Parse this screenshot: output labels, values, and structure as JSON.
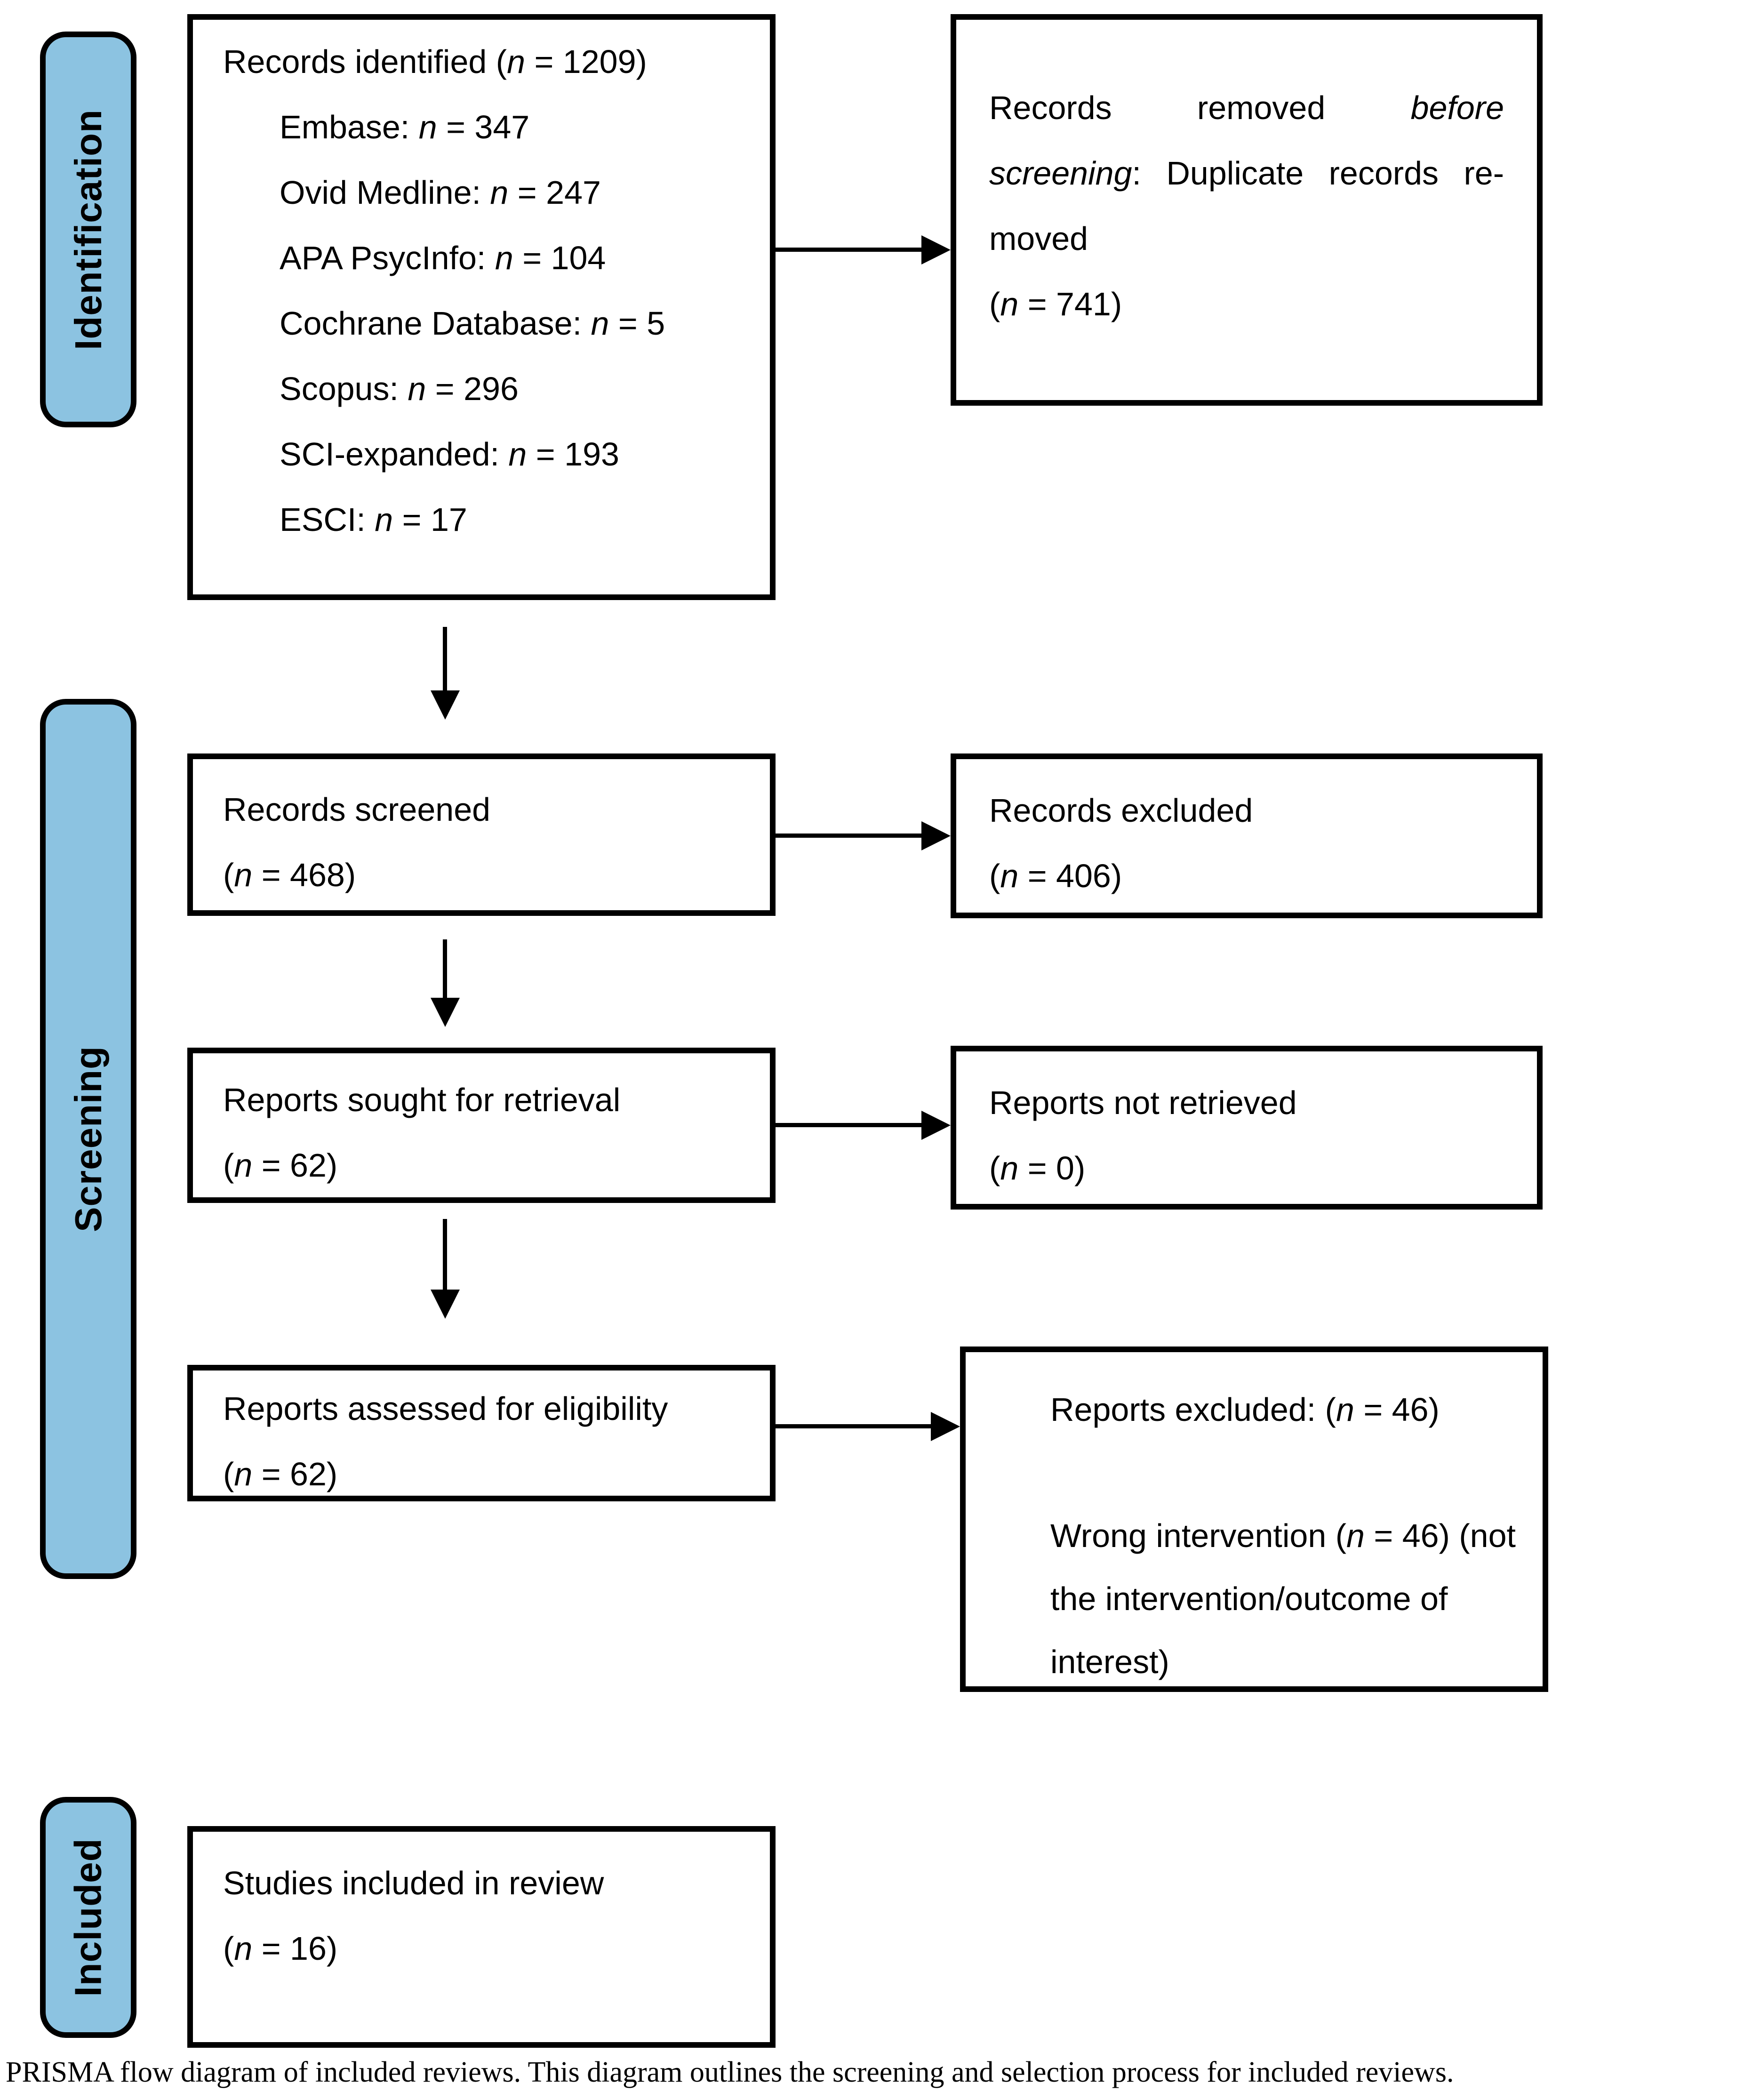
{
  "accent": {
    "stage_fill": "#8CC3E1",
    "line_color": "#000000",
    "background": "#ffffff"
  },
  "stages": [
    {
      "label": "Identification"
    },
    {
      "label": "Screening"
    },
    {
      "label": "Included"
    }
  ],
  "boxes": {
    "identified": {
      "title": {
        "pre": "Records identified (",
        "i": "n",
        "post": " = 1209)"
      },
      "sources": [
        {
          "pre": "Embase: ",
          "i": "n",
          "post": " = 347"
        },
        {
          "pre": "Ovid Medline: ",
          "i": "n",
          "post": " = 247"
        },
        {
          "pre": "APA PsycInfo: ",
          "i": "n",
          "post": " = 104"
        },
        {
          "pre": "Cochrane Database: ",
          "i": "n",
          "post": " = 5"
        },
        {
          "pre": "Scopus: ",
          "i": "n",
          "post": " = 296"
        },
        {
          "pre": "SCI-expanded: ",
          "i": "n",
          "post": " = 193"
        },
        {
          "pre": "ESCI: ",
          "i": "n",
          "post": " = 17"
        }
      ]
    },
    "removed": {
      "line1": {
        "pre": "Records removed ",
        "i": "before screening",
        "post": ": Duplicate records re­moved"
      },
      "count": {
        "pre": "(",
        "i": "n",
        "post": " = 741)"
      }
    },
    "screened": {
      "title": {
        "pre": "Records screened"
      },
      "count": {
        "pre": "(",
        "i": "n",
        "post": " = 468)"
      }
    },
    "excluded": {
      "title": {
        "pre": "Records excluded"
      },
      "count": {
        "pre": "(",
        "i": "n",
        "post": " = 406)"
      }
    },
    "sought": {
      "title": {
        "pre": "Reports sought for retrieval"
      },
      "count": {
        "pre": "(",
        "i": "n",
        "post": " = 62)"
      }
    },
    "not_retrieved": {
      "title": {
        "pre": "Reports not retrieved"
      },
      "count": {
        "pre": "(",
        "i": "n",
        "post": " = 0)"
      }
    },
    "assessed": {
      "title": {
        "pre": "Reports assessed for eligibility"
      },
      "count": {
        "pre": "(",
        "i": "n",
        "post": " = 62)"
      }
    },
    "reports_excluded": {
      "title": {
        "pre": "Reports excluded: (",
        "i": "n",
        "post": " = 46)"
      },
      "reason": {
        "pre": "Wrong intervention (",
        "i": "n",
        "post": " = 46) (not the intervention/outcome of interest)"
      }
    },
    "studies_included": {
      "title": {
        "pre": "Studies included in review"
      },
      "count": {
        "pre": "(",
        "i": "n",
        "post": " = 16)"
      }
    }
  },
  "caption": "PRISMA flow diagram of included reviews. This diagram outlines the screening and selection process for included reviews."
}
